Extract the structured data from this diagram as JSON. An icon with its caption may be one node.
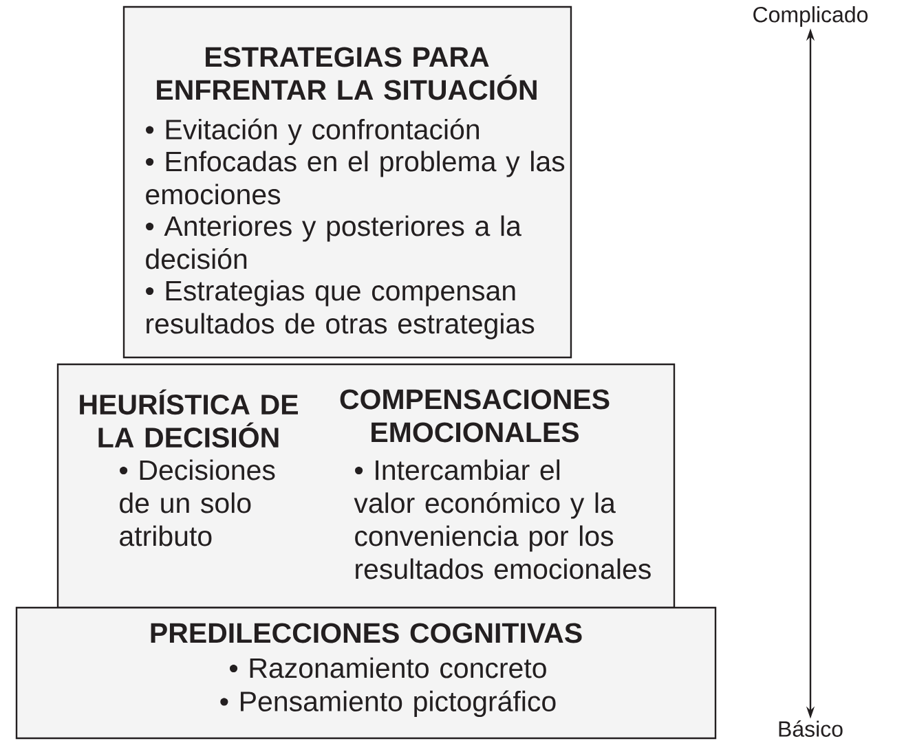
{
  "diagram": {
    "nodes": [
      {
        "text": [
          "ESTRATEGIAS PARA ENFRENTAR LA SITUACIÓN",
          "• Evitación y confrontación",
          "• Enfocadas en el problema y las emociones",
          "• Anteriores y posteriores a la decisión",
          "• Estrategias que compensan resultados de otras estrategias"
        ]
      },
      {
        "text": [
          "HEURÍSTICA DE LA DECISIÓN",
          "• Decisiones de un solo atributo",
          "COMPENSACIONES EMOCIONALES",
          "• Intercambiar el valor económico y la conveniencia por los resultados emocionales"
        ]
      },
      {
        "text": [
          "PREDILECCIONES COGNITIVAS",
          "• Razonamiento concreto",
          "• Pensamiento pictográfico"
        ]
      },
      {
        "text": [
          "Complicado"
        ]
      },
      {
        "text": [
          "Básico"
        ]
      }
    ],
    "edges": [
      {
        "from": 4,
        "to": 3,
        "arrow": "both"
      }
    ]
  }
}
